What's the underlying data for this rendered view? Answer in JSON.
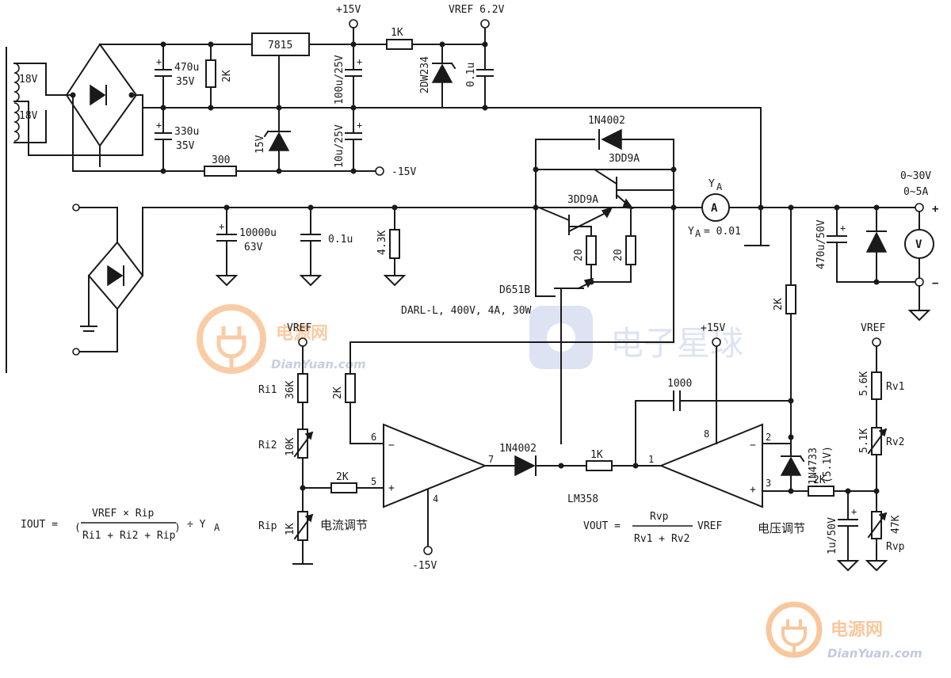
{
  "power_supply": {
    "transformer_secondary_upper": "18V",
    "transformer_secondary_lower": "18V",
    "cap_470u": "470u",
    "cap_470u_voltage": "35V",
    "res_2k_bleed": "2K",
    "cap_330u": "330u",
    "cap_330u_voltage": "35V",
    "regulator": "7815",
    "zener_15v": "15V",
    "res_300": "300",
    "cap_100u": "100u/25V",
    "cap_10u": "10u/25V",
    "plus15": "+15V",
    "minus15": "-15V",
    "res_1k_ref": "1K",
    "zener_ref": "2DW234",
    "cap_01u_ref": "0.1u",
    "vref": "VREF 6.2V"
  },
  "main_stage": {
    "cap_10000u": "10000u",
    "cap_10000u_voltage": "63V",
    "cap_01u": "0.1u",
    "res_43k": "4.3K",
    "diode_1n4002_top": "1N4002",
    "transistor_q1": "3DD9A",
    "transistor_q2": "3DD9A",
    "res_20_a": "20",
    "res_20_b": "20",
    "darlington": "D651B",
    "darlington_spec": "DARL-L, 400V, 4A, 30W",
    "ammeter_label": "Y",
    "ammeter_label_sub": "A",
    "ammeter_symbol": "A",
    "shunt_value": "Y",
    "shunt_value_sub": "A",
    "shunt_value_rest": "= 0.01",
    "output_range_v": "0~30V",
    "output_range_i": "0~5A",
    "cap_out": "470u/50V",
    "voltmeter_symbol": "V",
    "out_plus": "+",
    "out_minus": "−",
    "res_2k_fb": "2K"
  },
  "current_loop": {
    "vref": "VREF",
    "ri1_name": "Ri1",
    "ri1_value": "36K",
    "ri2_name": "Ri2",
    "ri2_value": "10K",
    "rip_name": "Rip",
    "rip_value": "1K",
    "res_2k_in": "2K",
    "res_2k_fb": "2K",
    "pin6": "6",
    "pin5": "5",
    "pin7": "7",
    "pin4": "4",
    "minus15": "-15V",
    "diode_out": "1N4002",
    "label_cn": "电流调节",
    "formula_lhs": "IOUT =",
    "formula_num": "VREF × Rip",
    "formula_den": "Ri1 + Ri2 + Rip",
    "formula_tail": "÷ Y",
    "formula_tail_sub": "A"
  },
  "voltage_loop": {
    "opamp": "LM358",
    "res_1k": "1K",
    "cap_1000": "1000",
    "plus15": "+15V",
    "pin8": "8",
    "pin1": "1",
    "pin2": "2",
    "pin3": "3",
    "zener": "1N4733",
    "zener_voltage": "(5.1V)",
    "res_2k": "2K",
    "cap_1u": "1u/50V",
    "vref": "VREF",
    "rv1_value": "5.6K",
    "rv1_name": "Rv1",
    "rv2_value": "5.1K",
    "rv2_name": "Rv2",
    "rvp_value": "47K",
    "rvp_name": "Rvp",
    "label_cn": "电压调节",
    "formula_lhs": "VOUT =",
    "formula_num": "Rvp",
    "formula_den": "Rv1 + Rv2",
    "formula_tail": "VREF"
  },
  "watermarks": {
    "site_cn": "电源网",
    "site_en": "DianYuan.com",
    "brand_cn": "电子星球",
    "site_cn_2": "电源网",
    "site_en_2": "DianYuan.com"
  },
  "colors": {
    "ink": "#1a1a1a",
    "watermark_orange": "#f5a35c",
    "watermark_blue": "#b7c3e6",
    "watermark_grey": "#c9c9c9"
  }
}
